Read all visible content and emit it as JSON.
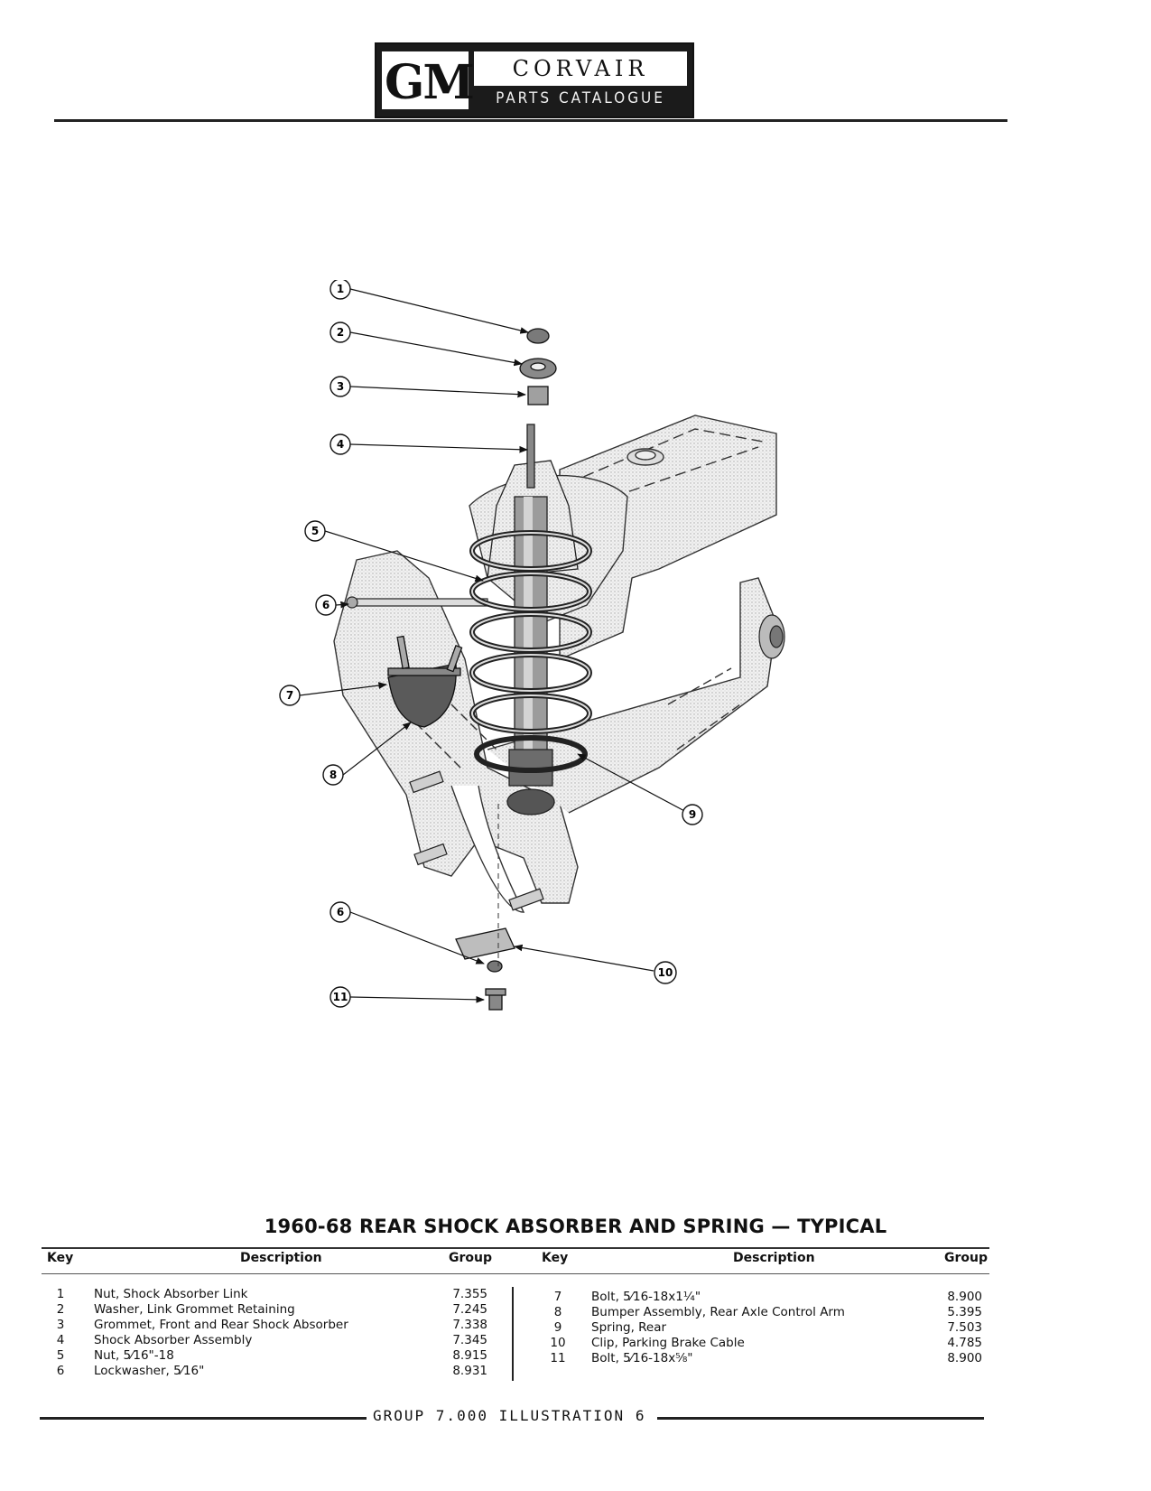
{
  "header": {
    "logo": "GM",
    "brand": "CORVAIR",
    "subtitle": "PARTS CATALOGUE"
  },
  "callouts": [
    "1",
    "2",
    "3",
    "4",
    "5",
    "6",
    "7",
    "8",
    "9",
    "6",
    "10",
    "11"
  ],
  "title": "1960-68 REAR SHOCK ABSORBER AND SPRING — TYPICAL",
  "table": {
    "headers": {
      "key": "Key",
      "description": "Description",
      "group": "Group"
    },
    "left": [
      {
        "key": "1",
        "description": "Nut, Shock Absorber Link",
        "group": "7.355"
      },
      {
        "key": "2",
        "description": "Washer, Link Grommet Retaining",
        "group": "7.245"
      },
      {
        "key": "3",
        "description": "Grommet, Front and Rear Shock Absorber",
        "group": "7.338"
      },
      {
        "key": "4",
        "description": "Shock Absorber Assembly",
        "group": "7.345"
      },
      {
        "key": "5",
        "description": "Nut, 5⁄16\"-18",
        "group": "8.915"
      },
      {
        "key": "6",
        "description": "Lockwasher, 5⁄16\"",
        "group": "8.931"
      }
    ],
    "right": [
      {
        "key": "7",
        "description": "Bolt, 5⁄16-18x1¼\"",
        "group": "8.900"
      },
      {
        "key": "8",
        "description": "Bumper Assembly, Rear Axle Control Arm",
        "group": "5.395"
      },
      {
        "key": "9",
        "description": "Spring, Rear",
        "group": "7.503"
      },
      {
        "key": "10",
        "description": "Clip, Parking Brake Cable",
        "group": "4.785"
      },
      {
        "key": "11",
        "description": "Bolt, 5⁄16-18x⅝\"",
        "group": "8.900"
      }
    ]
  },
  "footer": {
    "text": "GROUP 7.000 ILLUSTRATION 6"
  }
}
